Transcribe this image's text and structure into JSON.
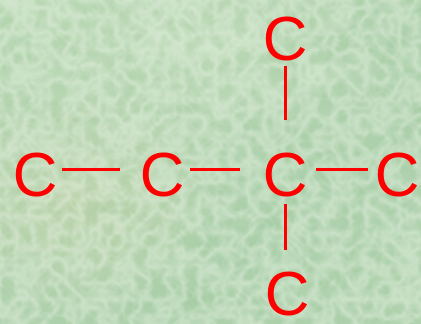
{
  "molecule": {
    "atoms": {
      "top": "C",
      "left": "C",
      "left_center": "C",
      "center": "C",
      "right": "C",
      "bottom": "C"
    }
  },
  "colors": {
    "atom": "#ff0000",
    "bond": "#ff0000",
    "background_light": "#c4dcb8",
    "background_mid": "#a9cfa6",
    "background_dark": "#8fbf96",
    "background_warm": "#c9cfa0"
  }
}
